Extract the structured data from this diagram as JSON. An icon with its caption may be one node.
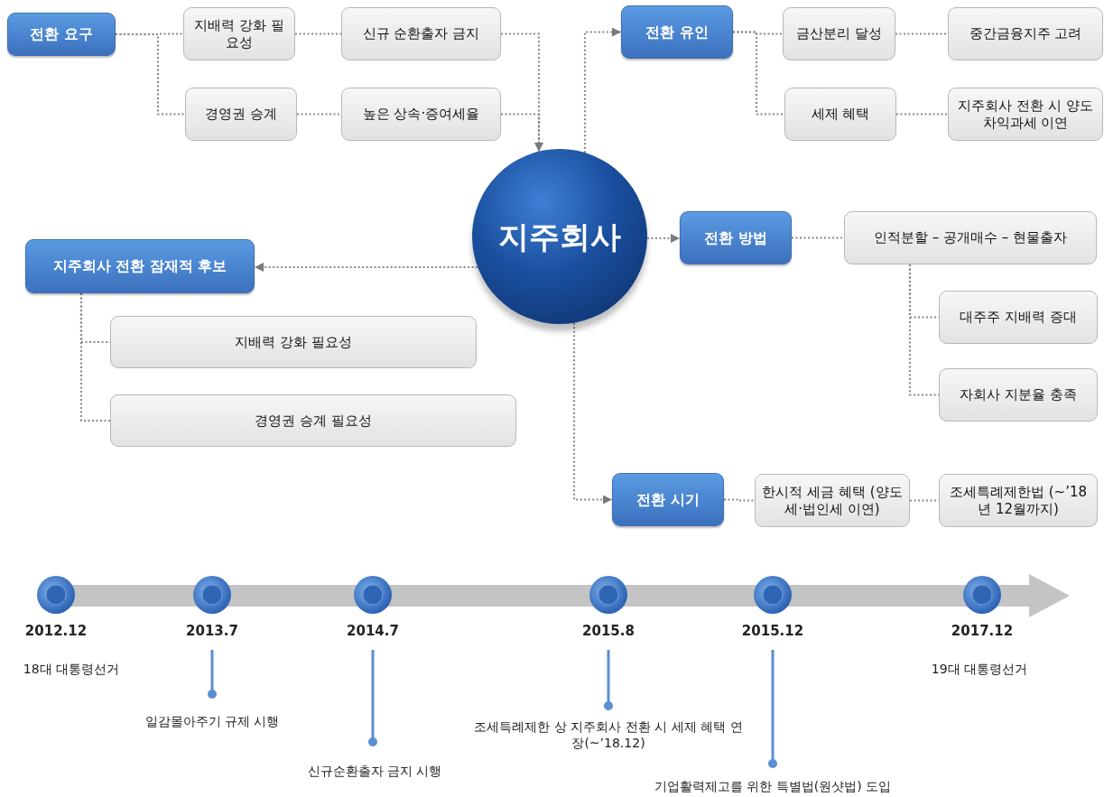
{
  "diagram": {
    "nodes": [
      {
        "text": [
          "전환 요구"
        ]
      },
      {
        "text": [
          "지배력 강화 필요성"
        ]
      },
      {
        "text": [
          "신규 순환출자 금지"
        ]
      },
      {
        "text": [
          "경영권 승계"
        ]
      },
      {
        "text": [
          "높은 상속·증여세율"
        ]
      },
      {
        "text": [
          "지주회사"
        ]
      },
      {
        "text": [
          "전환 유인"
        ]
      },
      {
        "text": [
          "금산분리 달성"
        ]
      },
      {
        "text": [
          "중간금융지주 고려"
        ]
      },
      {
        "text": [
          "세제 혜택"
        ]
      },
      {
        "text": [
          "지주회사 전환 시 양도차익과세 이연"
        ]
      },
      {
        "text": [
          "지주회사 전환 잠재적 후보"
        ]
      },
      {
        "text": [
          "지배력 강화 필요성"
        ]
      },
      {
        "text": [
          "경영권 승계 필요성"
        ]
      },
      {
        "text": [
          "전환 방법"
        ]
      },
      {
        "text": [
          "인적분할 – 공개매수 – 현물출자"
        ]
      },
      {
        "text": [
          "대주주 지배력 증대"
        ]
      },
      {
        "text": [
          "자회사 지분율 충족"
        ]
      },
      {
        "text": [
          "전환 시기"
        ]
      },
      {
        "text": [
          "한시적 세금 혜택 (양도세·법인세 이연)"
        ]
      },
      {
        "text": [
          "조세특례제한법 (~’18년 12월까지)"
        ]
      }
    ],
    "edges": [
      {
        "from": 0,
        "to": 1,
        "arrow": "none"
      },
      {
        "from": 0,
        "to": 3,
        "arrow": "none"
      },
      {
        "from": 1,
        "to": 2,
        "arrow": "none"
      },
      {
        "from": 3,
        "to": 4,
        "arrow": "none"
      },
      {
        "from": 2,
        "to": 5,
        "arrow": "to"
      },
      {
        "from": 4,
        "to": 5,
        "arrow": "to"
      },
      {
        "from": 5,
        "to": 6,
        "arrow": "to"
      },
      {
        "from": 6,
        "to": 7,
        "arrow": "none"
      },
      {
        "from": 6,
        "to": 9,
        "arrow": "none"
      },
      {
        "from": 7,
        "to": 8,
        "arrow": "none"
      },
      {
        "from": 9,
        "to": 10,
        "arrow": "none"
      },
      {
        "from": 5,
        "to": 11,
        "arrow": "to"
      },
      {
        "from": 11,
        "to": 12,
        "arrow": "none"
      },
      {
        "from": 11,
        "to": 13,
        "arrow": "none"
      },
      {
        "from": 5,
        "to": 14,
        "arrow": "to"
      },
      {
        "from": 14,
        "to": 15,
        "arrow": "none"
      },
      {
        "from": 15,
        "to": 16,
        "arrow": "none"
      },
      {
        "from": 15,
        "to": 17,
        "arrow": "none"
      },
      {
        "from": 5,
        "to": 18,
        "arrow": "to"
      },
      {
        "from": 18,
        "to": 19,
        "arrow": "none"
      },
      {
        "from": 19,
        "to": 20,
        "arrow": "none"
      }
    ],
    "labels": [
      "2012.12",
      "2013.7",
      "2014.7",
      "2015.8",
      "2015.12",
      "2017.12",
      "18대 대통령선거",
      "19대 대통령선거",
      "일감몰아주기 규제 시행",
      "조세특례제한 상 지주회사 전환 시 세제 혜택 연장(~’18.12)",
      "신규순환출자 금지 시행",
      "기업활력제고를 위한 특별법(원샷법) 도입"
    ]
  }
}
